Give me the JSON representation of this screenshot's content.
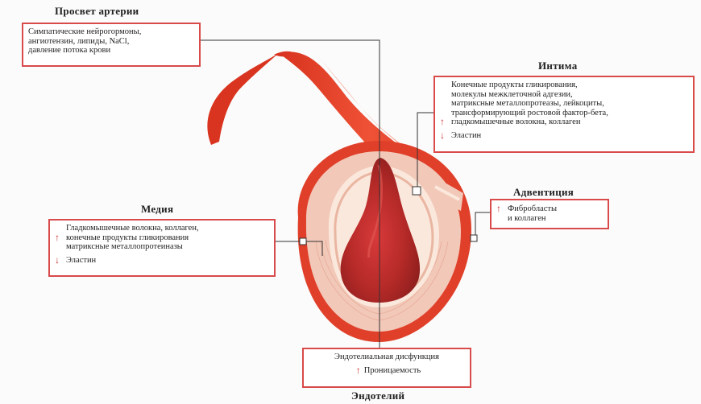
{
  "labels": {
    "lumen": "Просвет артерии",
    "intima": "Интима",
    "media": "Медия",
    "adventitia": "Адвентиция",
    "endothelium": "Эндотелий"
  },
  "lumen_box": {
    "lines": [
      "Симпатические нейрогормоны,",
      "ангиотензин, липиды, NaCl,",
      "давление потока крови"
    ]
  },
  "intima_box": {
    "lines": [
      "Конечные продукты гликирования,",
      "молекулы межклеточной адгезии,",
      "матриксные металлопротеазы, лейкоциты,",
      "трансформирующий ростовой фактор-бета,",
      "гладкомышечные волокна, коллаген"
    ],
    "up_arrow": "↑",
    "down_arrow": "↓",
    "decrease": "Эластин"
  },
  "media_box": {
    "lines": [
      "Гладкомышечные волокна, коллаген,",
      "конечные продукты гликирования",
      "матриксные металлопротеиназы"
    ],
    "up_arrow": "↑",
    "down_arrow": "↓",
    "decrease": "Эластин"
  },
  "adventitia_box": {
    "lines": [
      "Фибробласты",
      "и коллаген"
    ],
    "up_arrow": "↑"
  },
  "endothelium_box": {
    "line": "Эндотелиальная дисфункция",
    "up_arrow": "↑",
    "increase": "Проницаемость"
  },
  "colors": {
    "accent_border": "#d94a4a",
    "vessel_red": "#e3442c",
    "vessel_dark": "#b8281a",
    "media_layer": "#f2c8b8",
    "intima_layer": "#fbe8dc",
    "leader_line": "#333333"
  }
}
